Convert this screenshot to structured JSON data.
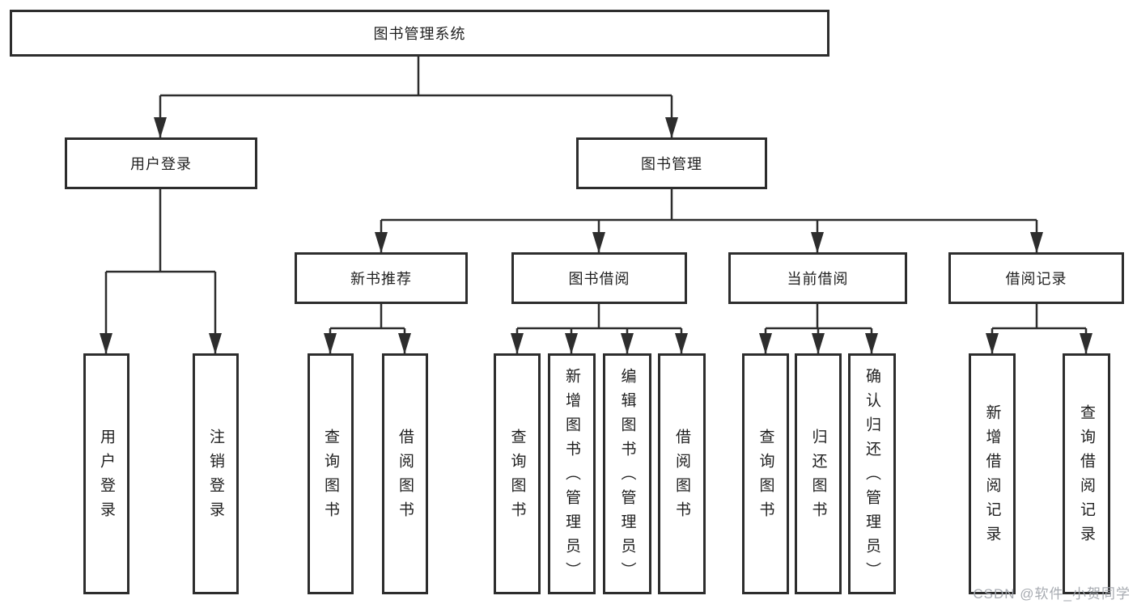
{
  "diagram": {
    "root": {
      "label": "图书管理系统"
    },
    "level2": [
      {
        "id": "user-login",
        "label": "用户登录"
      },
      {
        "id": "book-management",
        "label": "图书管理"
      }
    ],
    "level3": [
      {
        "id": "new-book-recommend",
        "label": "新书推荐"
      },
      {
        "id": "book-borrowing",
        "label": "图书借阅"
      },
      {
        "id": "current-borrowing",
        "label": "当前借阅"
      },
      {
        "id": "borrowing-records",
        "label": "借阅记录"
      }
    ],
    "leaves": [
      {
        "parent": "用户登录",
        "label": "用户登录"
      },
      {
        "parent": "用户登录",
        "label": "注销登录"
      },
      {
        "parent": "新书推荐",
        "label": "查询图书"
      },
      {
        "parent": "新书推荐",
        "label": "借阅图书"
      },
      {
        "parent": "图书借阅",
        "label": "查询图书"
      },
      {
        "parent": "图书借阅",
        "label": "新增图书（管理员）"
      },
      {
        "parent": "图书借阅",
        "label": "编辑图书（管理员）"
      },
      {
        "parent": "图书借阅",
        "label": "借阅图书"
      },
      {
        "parent": "当前借阅",
        "label": "查询图书"
      },
      {
        "parent": "当前借阅",
        "label": "归还图书"
      },
      {
        "parent": "当前借阅",
        "label": "确认归还（管理员）"
      },
      {
        "parent": "借阅记录",
        "label": "新增借阅记录"
      },
      {
        "parent": "借阅记录",
        "label": "查询借阅记录"
      }
    ]
  },
  "colors": {
    "line": "#2d2d2d",
    "box_border": "#2d2d2d",
    "box_fill": "#ffffff",
    "text": "#1f1f1f",
    "watermark": "#a2a6ad"
  },
  "watermark": "CSDN @软件_小贺同学"
}
